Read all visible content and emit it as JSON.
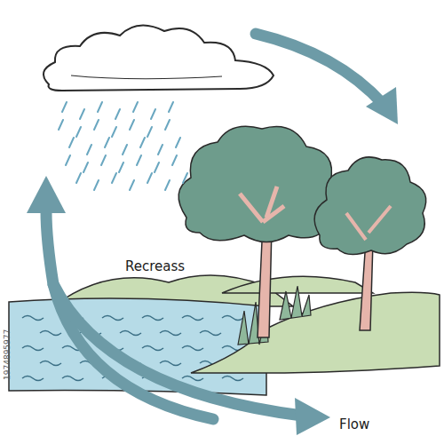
{
  "diagram": {
    "labels": [
      "Recreass",
      "Flow",
      "1974895977"
    ]
  }
}
